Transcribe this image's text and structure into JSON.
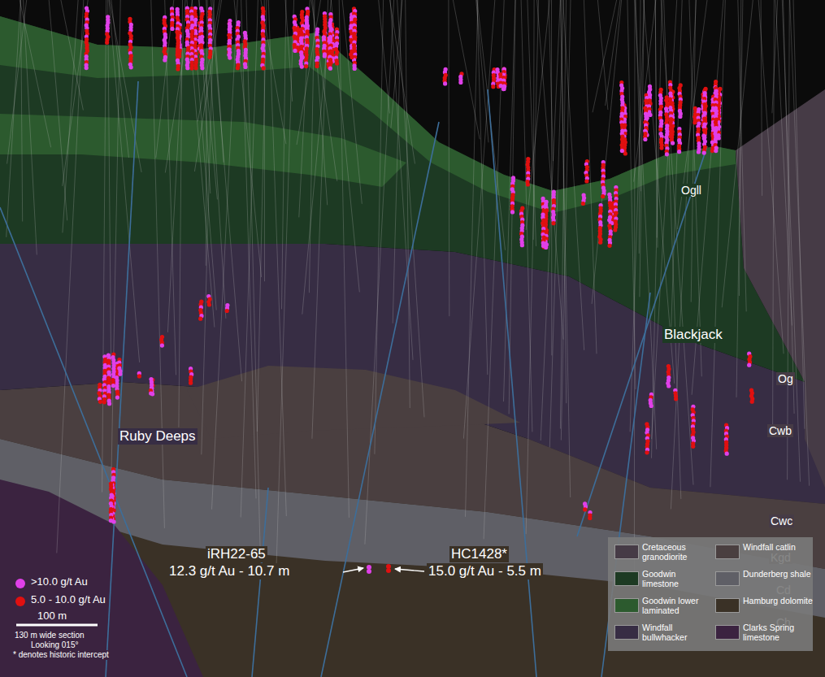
{
  "diagram": {
    "labels": [
      "Ogll",
      "Blackjack",
      "Og",
      "Cwb",
      "Ruby Deeps",
      "Cwc",
      "Kgd",
      "Cd",
      "Ch",
      "iRH22-65",
      "12.3 g/t Au - 10.7 m",
      "HC1428*",
      "15.0 g/t Au - 5.5 m",
      "100 m",
      "130 m wide section",
      "Looking 015°",
      "* denotes historic intercept"
    ],
    "legend": [
      {
        "text": ">10.0 g/t Au",
        "color": "#e040e8"
      },
      {
        "text": "5.0 - 10.0 g/t Au",
        "color": "#e01010"
      },
      {
        "text": "Cretaceous granodiorite",
        "color": "#463b46"
      },
      {
        "text": "Windfall catlin",
        "color": "#4a3f40"
      },
      {
        "text": "Goodwin limestone",
        "color": "#1d3a23"
      },
      {
        "text": "Dunderberg shale",
        "color": "#5f5f66"
      },
      {
        "text": "Goodwin lower laminated",
        "color": "#2c5a2e"
      },
      {
        "text": "Hamburg dolomite",
        "color": "#3a3126"
      },
      {
        "text": "Windfall bullwhacker",
        "color": "#372d44"
      },
      {
        "text": "Clarks Spring limestone",
        "color": "#3b2340"
      }
    ]
  }
}
